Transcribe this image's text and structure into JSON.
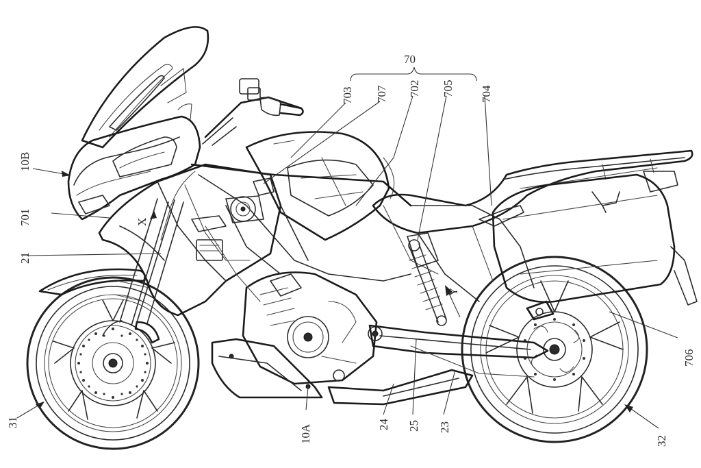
{
  "labels": {
    "l70": "70",
    "l703": "703",
    "l707": "707",
    "l702": "702",
    "l705": "705",
    "l704": "704",
    "l10B": "10B",
    "l701": "701",
    "l21": "21",
    "lX": "X",
    "lY": "Y",
    "l706": "706",
    "l31": "31",
    "l10A": "10A",
    "l24": "24",
    "l25": "25",
    "l23": "23",
    "l32": "32"
  }
}
